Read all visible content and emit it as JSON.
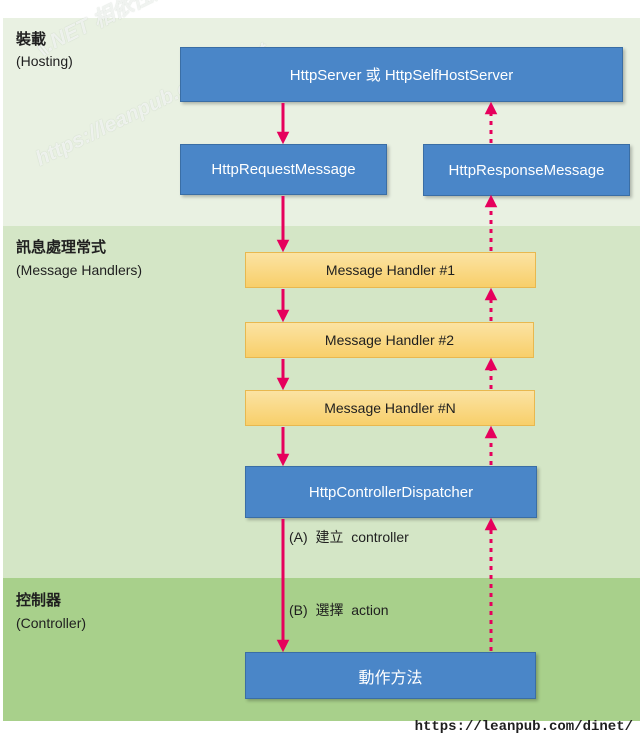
{
  "sections": {
    "hosting": {
      "title": "裝載",
      "subtitle": "(Hosting)"
    },
    "handlers": {
      "title": "訊息處理常式",
      "subtitle": "(Message Handlers)"
    },
    "controller": {
      "title": "控制器",
      "subtitle": "(Controller)"
    }
  },
  "nodes": {
    "server": "HttpServer  或  HttpSelfHostServer",
    "request": "HttpRequestMessage",
    "response": "HttpResponseMessage",
    "handler1": "Message Handler #1",
    "handler2": "Message Handler #2",
    "handlerN": "Message Handler #N",
    "dispatcher": "HttpControllerDispatcher",
    "action_method": "動作方法"
  },
  "edge_labels": {
    "create_controller": "(A)  建立  controller",
    "select_action": "(B)  選擇  action"
  },
  "watermark": {
    "line1": "《.NET 相依性注入》",
    "line2": "https://leanpub.com/dinet"
  },
  "footer_url": "https://leanpub.com/dinet/",
  "colors": {
    "blue_box": "#4a86c8",
    "handler_box": "#f8cf6a",
    "arrow": "#e6005c",
    "hosting_band": "#e9f1e2",
    "handlers_band": "#d4e6c6",
    "controller_band": "#a8d08b"
  }
}
